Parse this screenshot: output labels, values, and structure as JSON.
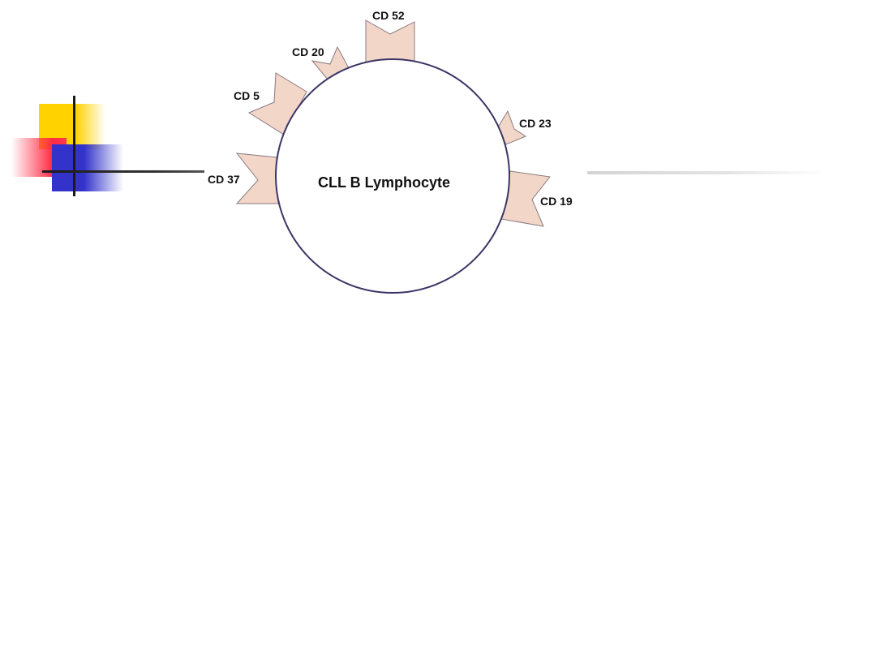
{
  "diagram": {
    "cell_label": "CLL B Lymphocyte",
    "markers": {
      "cd52": "CD 52",
      "cd20": "CD 20",
      "cd5": "CD 5",
      "cd37": "CD 37",
      "cd23": "CD 23",
      "cd19": "CD 19"
    }
  },
  "colors": {
    "marker_fill": "#f2d6c8",
    "cell_outline": "#3b3566",
    "deco_yellow": "#ffd200",
    "deco_red": "#ff2a44",
    "deco_blue": "#3333cc"
  }
}
